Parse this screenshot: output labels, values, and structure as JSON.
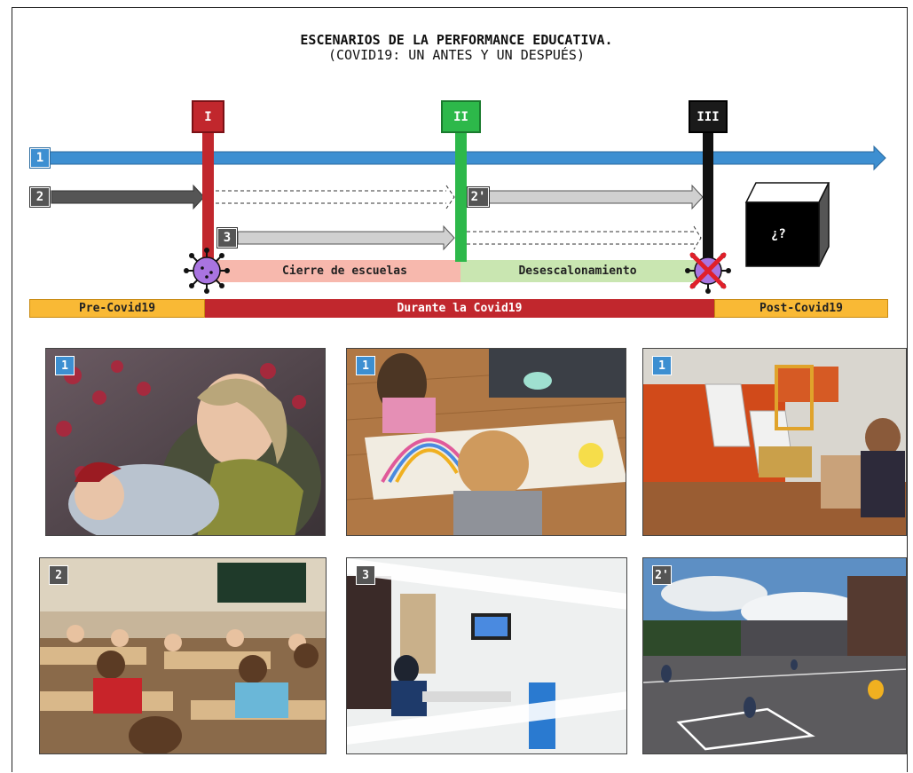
{
  "title": "ESCENARIOS DE LA PERFORMANCE EDUCATIVA.",
  "subtitle": "(COVID19: UN ANTES Y UN DESPUÉS)",
  "milestones": [
    {
      "label": "I",
      "color": "#c1272d"
    },
    {
      "label": "II",
      "color": "#2db84a"
    },
    {
      "label": "III",
      "color": "#1a1a1a"
    }
  ],
  "arrows": [
    {
      "label": "1",
      "color": "#3d8fd1"
    },
    {
      "label": "2",
      "color": "#555555"
    },
    {
      "label": "2'",
      "color": "#555555"
    },
    {
      "label": "3",
      "color": "#555555"
    }
  ],
  "phases": [
    {
      "label": "Cierre de escuelas",
      "color": "#f7b8ad"
    },
    {
      "label": "Desescalonamiento",
      "color": "#c9e6b1"
    }
  ],
  "periods": [
    {
      "label": "Pre-Covid19",
      "color": "#f9b935"
    },
    {
      "label": "Durante la Covid19",
      "color": "#c1272d"
    },
    {
      "label": "Post-Covid19",
      "color": "#f9b935"
    }
  ],
  "unknown_label": "¿?",
  "photos": [
    {
      "label": "1",
      "color": "#3d8fd1"
    },
    {
      "label": "1",
      "color": "#3d8fd1"
    },
    {
      "label": "1",
      "color": "#3d8fd1"
    },
    {
      "label": "2",
      "color": "#555555"
    },
    {
      "label": "3",
      "color": "#555555"
    },
    {
      "label": "2'",
      "color": "#555555"
    }
  ]
}
